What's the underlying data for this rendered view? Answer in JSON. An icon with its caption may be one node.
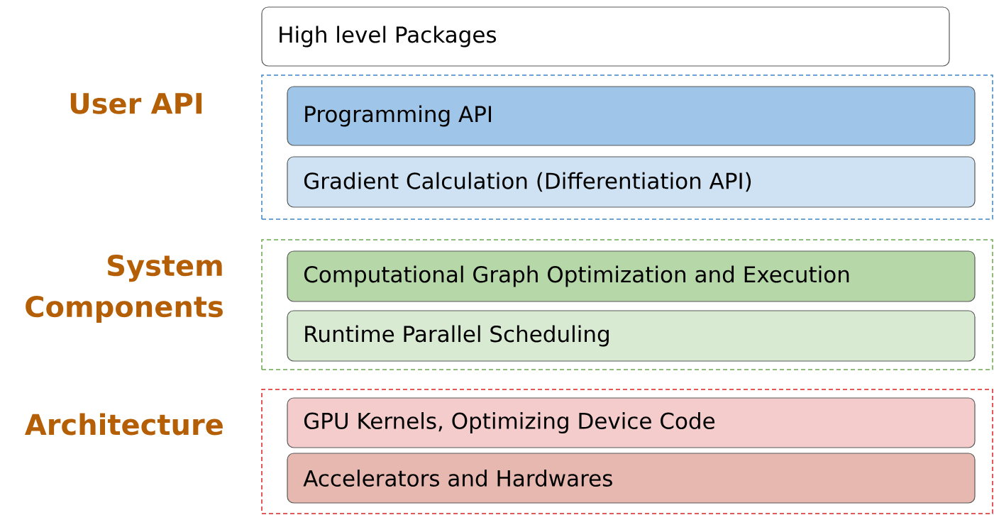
{
  "diagram": {
    "nodes": [
      {
        "text": [
          "High level Packages"
        ]
      },
      {
        "text": [
          "User API"
        ]
      },
      {
        "text": [
          "Programming API"
        ],
        "in": 1
      },
      {
        "text": [
          "Gradient Calculation (Differentiation API)"
        ],
        "in": 1
      },
      {
        "text": [
          "System Components"
        ]
      },
      {
        "text": [
          "Computational Graph Optimization and Execution"
        ],
        "in": 4
      },
      {
        "text": [
          "Runtime Parallel Scheduling"
        ],
        "in": 4
      },
      {
        "text": [
          "Architecture"
        ]
      },
      {
        "text": [
          "GPU Kernels, Optimizing Device Code"
        ],
        "in": 7
      },
      {
        "text": [
          "Accelerators and Hardwares"
        ],
        "in": 7
      }
    ]
  }
}
